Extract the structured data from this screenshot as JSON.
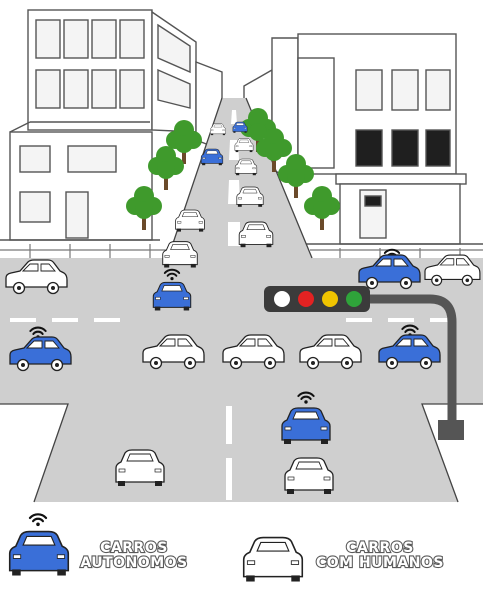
{
  "legend": {
    "autonomous_line1": "CARROS",
    "autonomous_line2": "AUTONOMOS",
    "human_line1": "CARROS",
    "human_line2": "COM HUMANOS"
  },
  "colors": {
    "autonomous_car": "#3a6fd8",
    "human_car": "#ffffff",
    "road": "#cfcfcf",
    "tree": "#3f9a2c",
    "light_red": "#e32222",
    "light_yellow": "#f0c400",
    "light_green": "#2fa33a",
    "light_off": "#ffffff"
  },
  "icons": {
    "autonomous_symbol": "wifi-signal-icon",
    "traffic_signal": "traffic-light-icon"
  }
}
